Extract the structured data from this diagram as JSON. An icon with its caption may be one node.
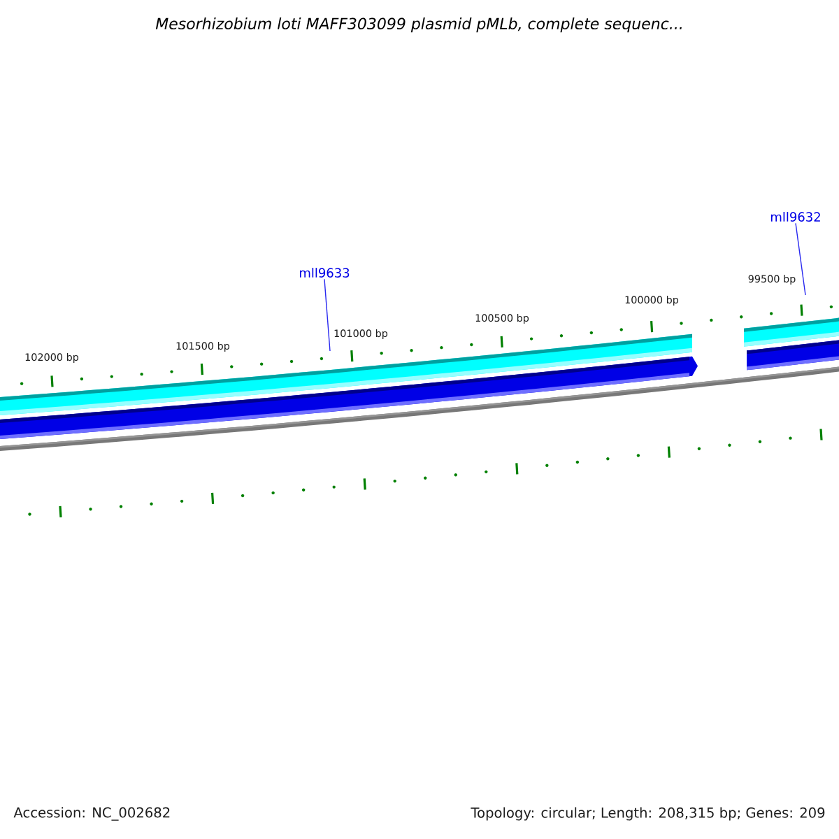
{
  "diagram": {
    "title": "Mesorhizobium loti MAFF303099 plasmid pMLb, complete sequenc...",
    "nodes": [
      {
        "text": [
          "mll9633"
        ]
      },
      {
        "text": [
          "mll9632"
        ]
      }
    ],
    "edges": [
      {
        "from": 0,
        "to": null,
        "arrow": "none"
      },
      {
        "from": 1,
        "to": null,
        "arrow": "none"
      }
    ],
    "labels": [
      "102000 bp",
      "101500 bp",
      "101000 bp",
      "100500 bp",
      "100000 bp",
      "99500 bp",
      "Accession: NC_002682",
      "Topology: circular; Length: 208,315 bp; Genes: 209"
    ]
  }
}
